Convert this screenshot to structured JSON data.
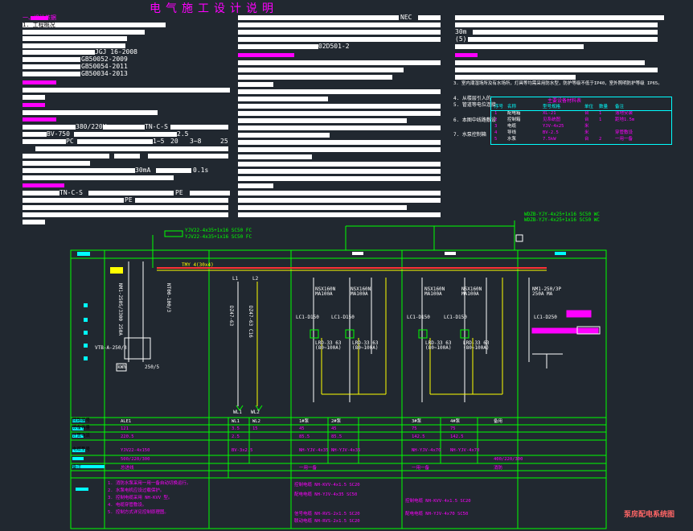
{
  "doc": {
    "title": "电气施工设计说明",
    "corner_label": "泵房配电系统图"
  },
  "left_col": {
    "heading_1": "一、设计依据",
    "item_1": "1. 工程概况",
    "std_1": "JGJ 16-2008",
    "std_2": "GB50052-2009",
    "std_3": "GB50054-2011",
    "std_4": "GB50034-2013",
    "power_1": "380/220V",
    "power_2": "TN-C-S",
    "power_3": "BV-750",
    "power_4": "PC",
    "power_5": "2.5",
    "power_6": "1~5",
    "power_7": "20",
    "power_8": "3~8",
    "power_9": "25",
    "power_10": "30mA",
    "power_11": "0.1s",
    "power_12": "TN-C-S",
    "power_13": "PE",
    "power_14": "PE"
  },
  "mid_col": {
    "ref_1": "NEC",
    "ref_2": "02D501-2"
  },
  "right_col": {
    "dim": "30m",
    "note_5": "(5)",
    "note_3": "3. 室内潮湿场所及有水场所，灯具等均需采用防水型，防护等级不低于IP40，室外照明防护等级 IP65。",
    "note_4": "4. 从楼层引入的",
    "note_5b": "5. 管道等电位连接",
    "note_6": "6. 本图中线路敷设",
    "note_7": "7. 水泵控制箱"
  },
  "legend": {
    "title": "主要设备材料表",
    "headers": [
      "序号",
      "名称",
      "型号规格",
      "单位",
      "数量",
      "备注"
    ],
    "rows": [
      [
        "1",
        "配电箱",
        "XL-21",
        "台",
        "1",
        "落地安装"
      ],
      [
        "2",
        "控制箱",
        "见系统图",
        "台",
        "1",
        "距地1.5m"
      ],
      [
        "3",
        "电缆",
        "YJV-4x25",
        "米",
        "",
        ""
      ],
      [
        "4",
        "导线",
        "BV-2.5",
        "米",
        "",
        "穿管敷设"
      ],
      [
        "5",
        "水泵",
        "7.5kW",
        "台",
        "2",
        "一用一备"
      ]
    ]
  },
  "diagram": {
    "top_cable_1": "YJV22-4x35+1x16 SC50 FC",
    "top_cable_2": "YJV22-4x35+1x16 SC50 FC",
    "top_right_1": "WDZB-YJY-4x25+1x16 SC50 WC",
    "top_right_2": "WDZB-YJY-4x25+1x16 SC50 WC",
    "bus": "TMY 4(30x4)",
    "meter": "kWh",
    "breaker_main": "NM1-250S/3300 250A",
    "switch_1": "NT00-100/3",
    "l1": "L1",
    "l2": "L2",
    "sw_l": "DZ47-63",
    "sw_l2": "DZ47-63 C16",
    "bottom_l1": "WL1",
    "bottom_l2": "WL2",
    "nsx_1": "NSX160N MA100A",
    "nsx_2": "NSX160N MA100A",
    "nsx_3": "NSX160N MA100A",
    "nsx_4": "NSX160N MA100A",
    "lc_1": "LC1-D150",
    "lc_2": "LC1-D150",
    "lc_3": "LC1-D150",
    "lc_4": "LC1-D150",
    "lr_1": "LRD-33 63 (80~100A)",
    "lr_2": "LRD-33 63 (80~100A)",
    "lr_3": "LRD-33 63 (80~100A)",
    "lr_4": "LRD-33 63 (80~100A)",
    "right_breaker": "NM1-250/3P 250A MA",
    "right_lc": "LC1-D250",
    "vtb": "VTB-A-250/3",
    "small_label": "250/5"
  },
  "table": {
    "row_labels": [
      "回路编号",
      "设备容量",
      "计算电流",
      "电缆型号",
      "",
      "备注"
    ],
    "c1": [
      "ALE1",
      "121",
      "220.5",
      "YJV22-4x150",
      "500/220/300",
      "总进线"
    ],
    "c2": [
      "WL1",
      "3.5",
      "2.5",
      "BV-3x2.5",
      "",
      ""
    ],
    "c3": [
      "WL2",
      "15",
      "",
      "",
      "",
      ""
    ],
    "c4": [
      "1#泵",
      "45",
      "85.5",
      "NH-YJV-4x35",
      "",
      "一用一备"
    ],
    "c5": [
      "2#泵",
      "45",
      "85.5",
      "NH-YJV-4x35",
      "",
      ""
    ],
    "c6": [
      "3#泵",
      "75",
      "142.5",
      "NH-YJV-4x70",
      "",
      "一用一备"
    ],
    "c7": [
      "4#泵",
      "75",
      "142.5",
      "NH-YJV-4x70",
      "",
      ""
    ],
    "c8": [
      "备用",
      "",
      "",
      "",
      "400/220/300",
      "消防"
    ],
    "cabinet": "500/220/300"
  },
  "notes_bottom": {
    "n1": "1. 消防水泵采用一用一备自动切换运行。",
    "n2": "2. 水泵电机应设过载保护。",
    "n3": "3. 控制电缆采用 NH-KVV 型。",
    "n4": "4. 电缆穿管敷设。",
    "n5": "5. 控制方式详见控制原理图。",
    "mid1": "控制电缆 NH-KVV-4x1.5 SC20",
    "mid2": "配电电缆 NH-YJV-4x35 SC50",
    "mid3": "信号电缆 NH-RVS-2x1.5 SC20",
    "mid4": "联动电缆 NH-RVS-2x1.5 SC20",
    "right1": "控制电缆 NH-KVV-4x1.5 SC20",
    "right2": "配电电缆 NH-YJV-4x70 SC50"
  },
  "colors": {
    "bg": "#212830",
    "green": "#00ff00",
    "magenta": "#ff00ff",
    "white": "#ffffff",
    "yellow": "#ffff00",
    "cyan": "#00ffff",
    "red": "#ff3333",
    "orange": "#ff9900"
  }
}
